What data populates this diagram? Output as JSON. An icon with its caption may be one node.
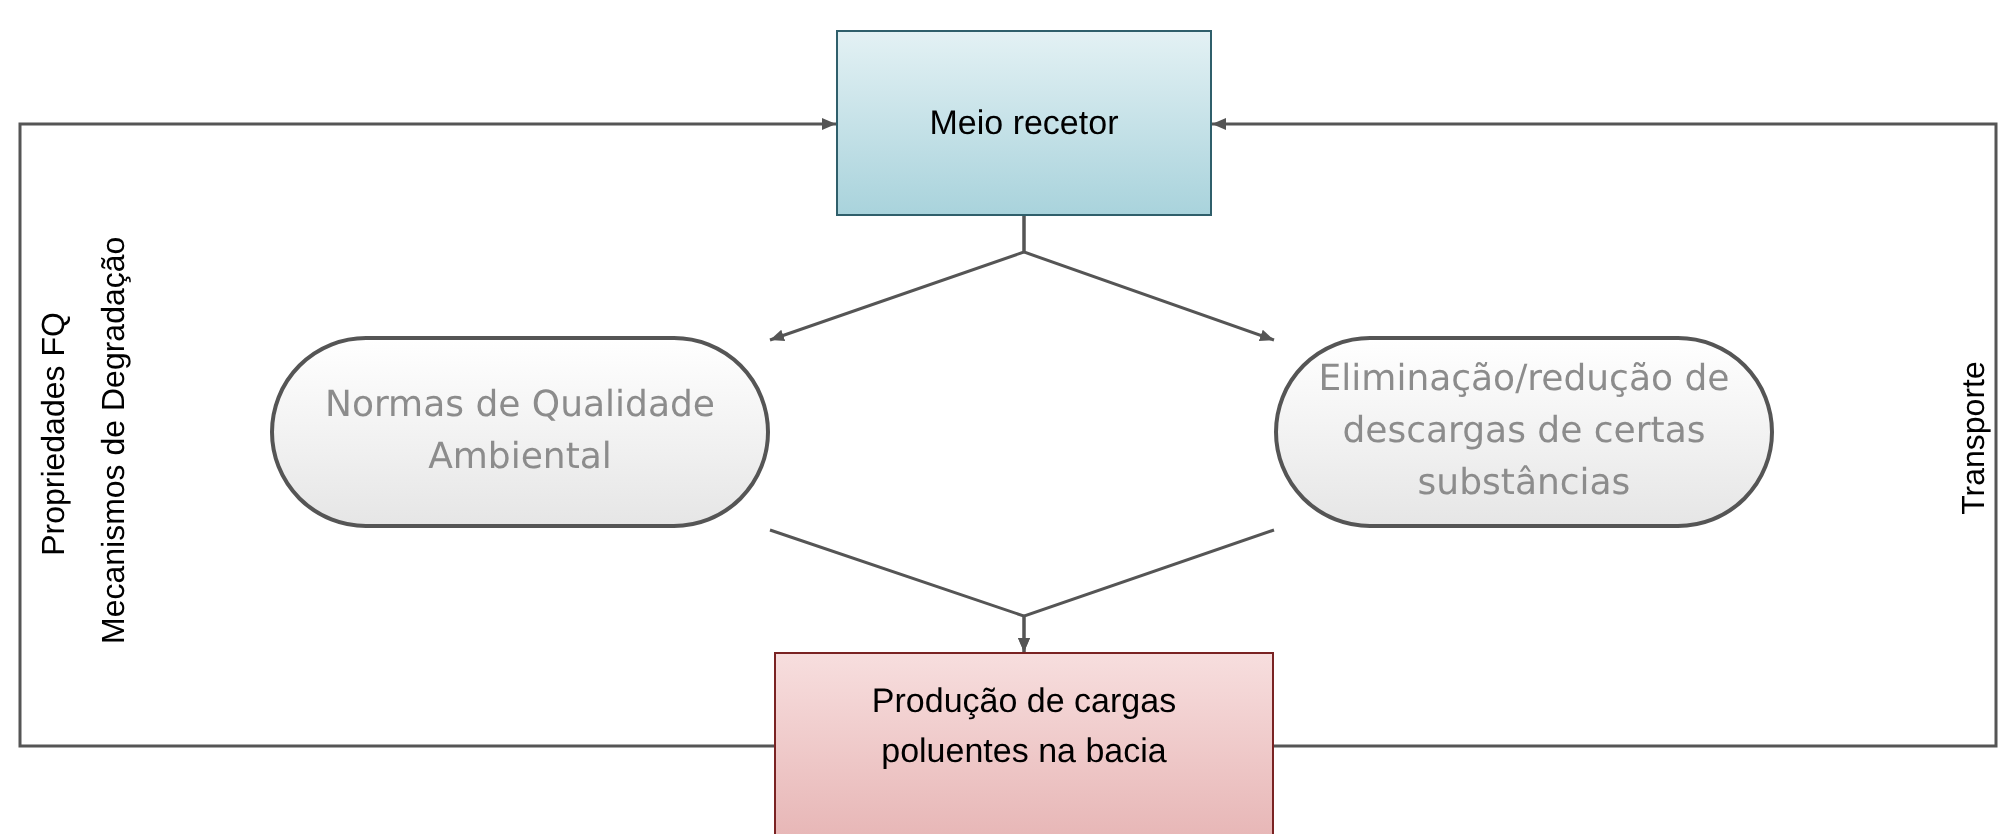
{
  "diagram": {
    "nodes": [
      {
        "text": [
          "Meio recetor"
        ]
      },
      {
        "text": [
          "Normas de Qualidade Ambiental"
        ]
      },
      {
        "text": [
          "Eliminação/redução de descargas de certas substâncias"
        ]
      },
      {
        "text": [
          "Produção de cargas poluentes na bacia"
        ]
      }
    ],
    "edges": [
      {
        "from": 0,
        "to": 1,
        "arrow": "to"
      },
      {
        "from": 0,
        "to": 2,
        "arrow": "to"
      },
      {
        "from": 1,
        "to": 3,
        "arrow": "to"
      },
      {
        "from": 2,
        "to": 3,
        "arrow": "to"
      },
      {
        "from": 3,
        "to": 0,
        "arrow": "to"
      },
      {
        "from": 3,
        "to": 0,
        "arrow": "to"
      }
    ],
    "labels": [
      "Propriedades FQ",
      "Mecanismos de Degradação",
      "Transporte"
    ]
  }
}
